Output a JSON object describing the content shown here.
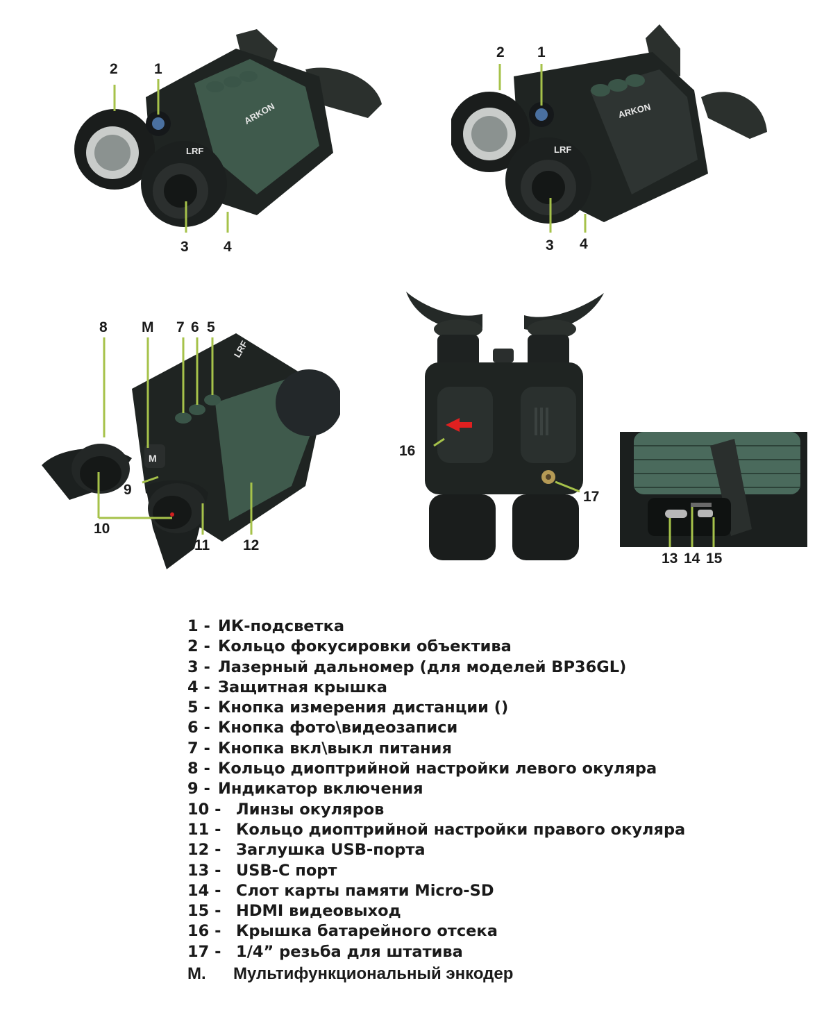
{
  "brand_mark": "ARKON",
  "lens_mark": "LRF",
  "encoder_mark": "M",
  "colors": {
    "callout_line": "#a6c24a",
    "body_dark": "#1f2422",
    "body_green": "#3f5a4c",
    "red_arrow": "#e02020",
    "text": "#1a1a1a"
  },
  "views": [
    {
      "name": "front-view-bp",
      "callouts": [
        "2",
        "1",
        "3",
        "4"
      ]
    },
    {
      "name": "front-view-bp36gl",
      "callouts": [
        "2",
        "1",
        "3",
        "4"
      ]
    },
    {
      "name": "rear-view",
      "callouts": [
        "8",
        "M",
        "7",
        "6",
        "5",
        "9",
        "10",
        "11",
        "12"
      ]
    },
    {
      "name": "bottom-view",
      "callouts": [
        "16",
        "17"
      ]
    },
    {
      "name": "ports-view",
      "callouts": [
        "13",
        "14",
        "15"
      ]
    }
  ],
  "legend": [
    {
      "num": "1 -",
      "text": "ИК-подсветка"
    },
    {
      "num": "2 -",
      "text": "Кольцо фокусировки объектива"
    },
    {
      "num": "3 -",
      "text": "Лазерный дальномер (для моделей BP36GL)"
    },
    {
      "num": "4 -",
      "text": "Защитная крышка"
    },
    {
      "num": "5 -",
      "text": "Кнопка измерения дистанции ()"
    },
    {
      "num": "6 -",
      "text": "Кнопка фото\\видеозаписи"
    },
    {
      "num": "7 -",
      "text": "Кнопка вкл\\выкл питания"
    },
    {
      "num": "8 -",
      "text": "Кольцо диоптрийной настройки левого окуляра"
    },
    {
      "num": "9 -",
      "text": "Индикатор включения"
    },
    {
      "num": "10 -",
      "text": "Линзы окуляров"
    },
    {
      "num": "11 -",
      "text": "Кольцо диоптрийной настройки правого окуляра"
    },
    {
      "num": "12 -",
      "text": "Заглушка USB-порта"
    },
    {
      "num": "13 -",
      "text": "USB-C порт"
    },
    {
      "num": "14 -",
      "text": "Слот карты памяти Micro-SD"
    },
    {
      "num": "15 -",
      "text": "HDMI видеовыход"
    },
    {
      "num": "16 -",
      "text": "Крышка батарейного отсека"
    },
    {
      "num": "17 -",
      "text": "1/4” резьба для штатива"
    },
    {
      "num": "M.",
      "text": "Мультифункциональный энкодер"
    }
  ]
}
